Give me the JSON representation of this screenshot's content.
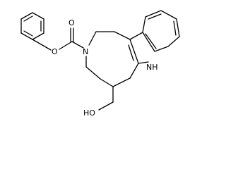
{
  "molecule": {
    "atoms": {
      "carbonyl_o": "O",
      "ester_o": "O",
      "ring_n": "N",
      "indole_nh": "NH",
      "hydroxyl": "HO"
    }
  },
  "colors": {
    "bond": "#000000",
    "background": "#ffffff"
  }
}
